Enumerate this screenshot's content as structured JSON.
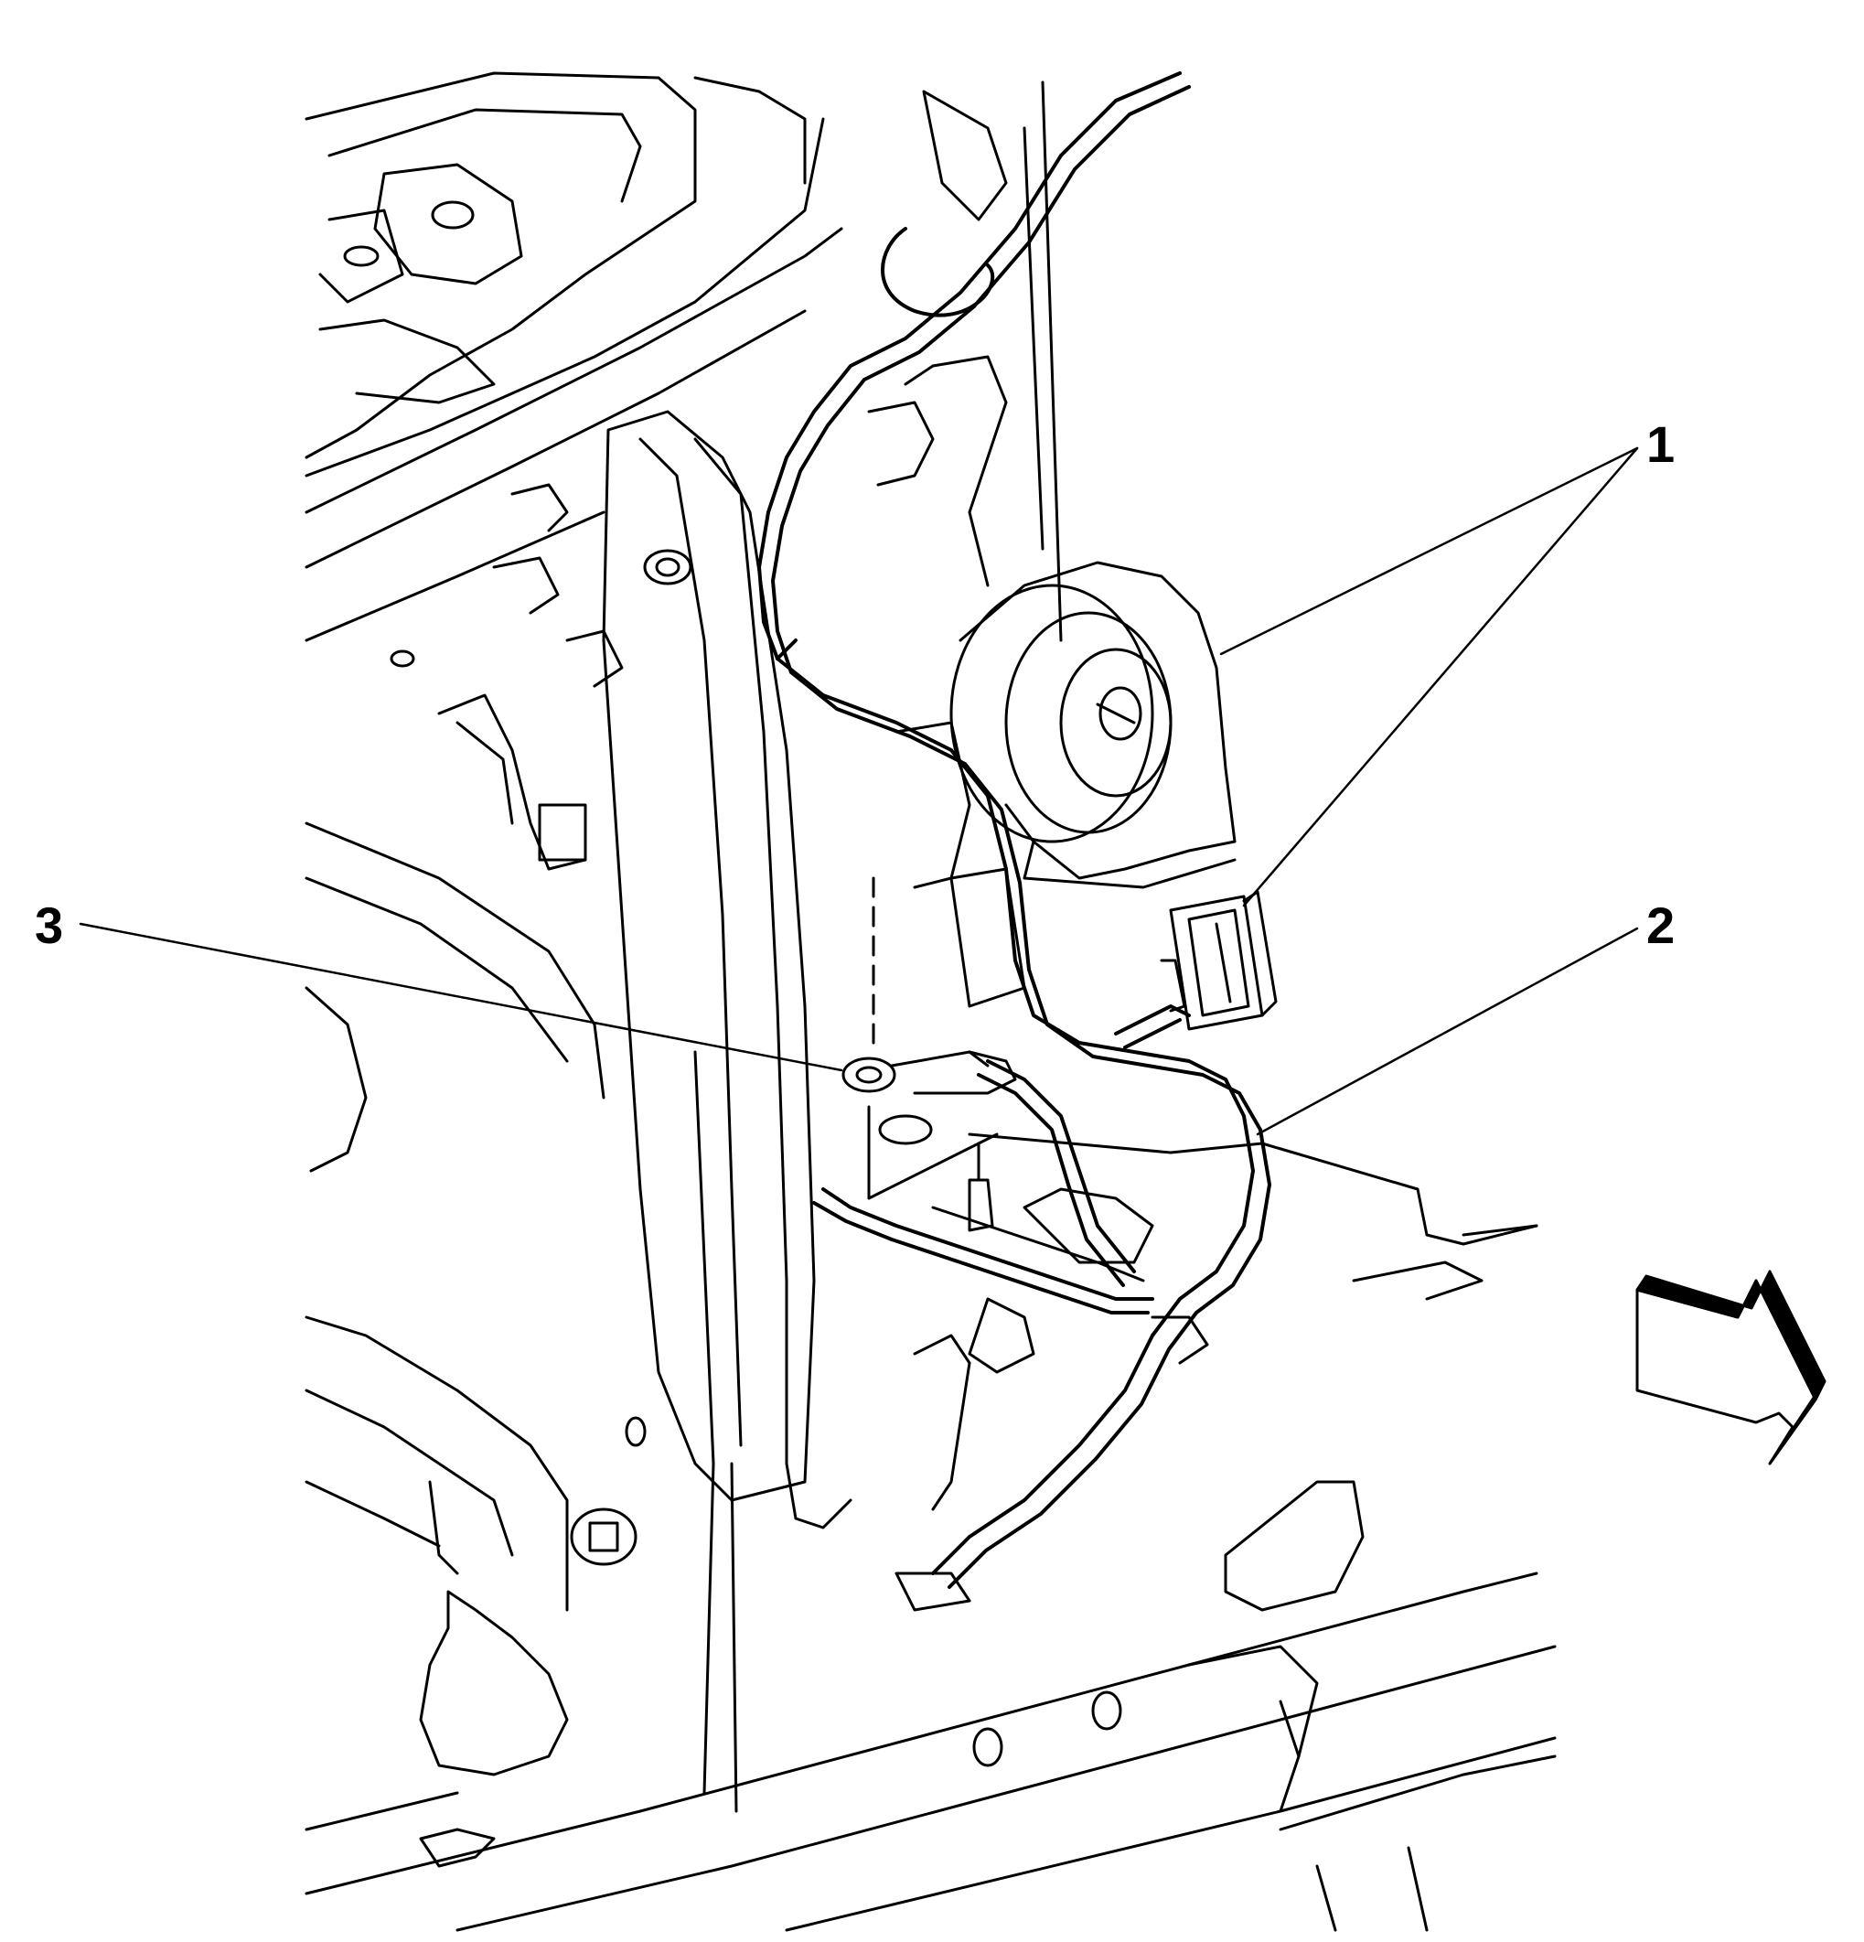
{
  "figure": {
    "callouts": [
      {
        "id": "1",
        "label": "1"
      },
      {
        "id": "2",
        "label": "2"
      },
      {
        "id": "3",
        "label": "3"
      }
    ],
    "colors": {
      "stroke": "#000000",
      "background": "#ffffff",
      "arrow_fill": "#ffffff"
    },
    "icons": [
      "view-direction-arrow-icon"
    ]
  }
}
